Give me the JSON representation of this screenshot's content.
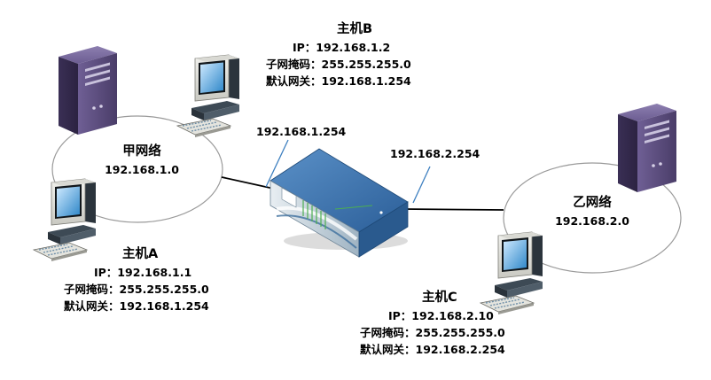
{
  "networks": {
    "jia": {
      "name": "甲网络",
      "address": "192.168.1.0"
    },
    "yi": {
      "name": "乙网络",
      "address": "192.168.2.0"
    }
  },
  "router": {
    "interface_1": "192.168.1.254",
    "interface_2": "192.168.2.254"
  },
  "hosts": {
    "a": {
      "name": "主机A",
      "ip": "IP：192.168.1.1",
      "mask": "子网掩码：255.255.255.0",
      "gateway": "默认网关：192.168.1.254"
    },
    "b": {
      "name": "主机B",
      "ip": "IP：192.168.1.2",
      "mask": "子网掩码：255.255.255.0",
      "gateway": "默认网关：192.168.1.254"
    },
    "c": {
      "name": "主机C",
      "ip": "IP：192.168.2.10",
      "mask": "子网掩码：255.255.255.0",
      "gateway": "默认网关：192.168.2.254"
    }
  },
  "colors": {
    "ellipse": "#9a9a9a",
    "link": "#000000",
    "pointer": "#3d7fc0",
    "server": "#5a4b7c",
    "router_body": "#2f6aa6"
  }
}
